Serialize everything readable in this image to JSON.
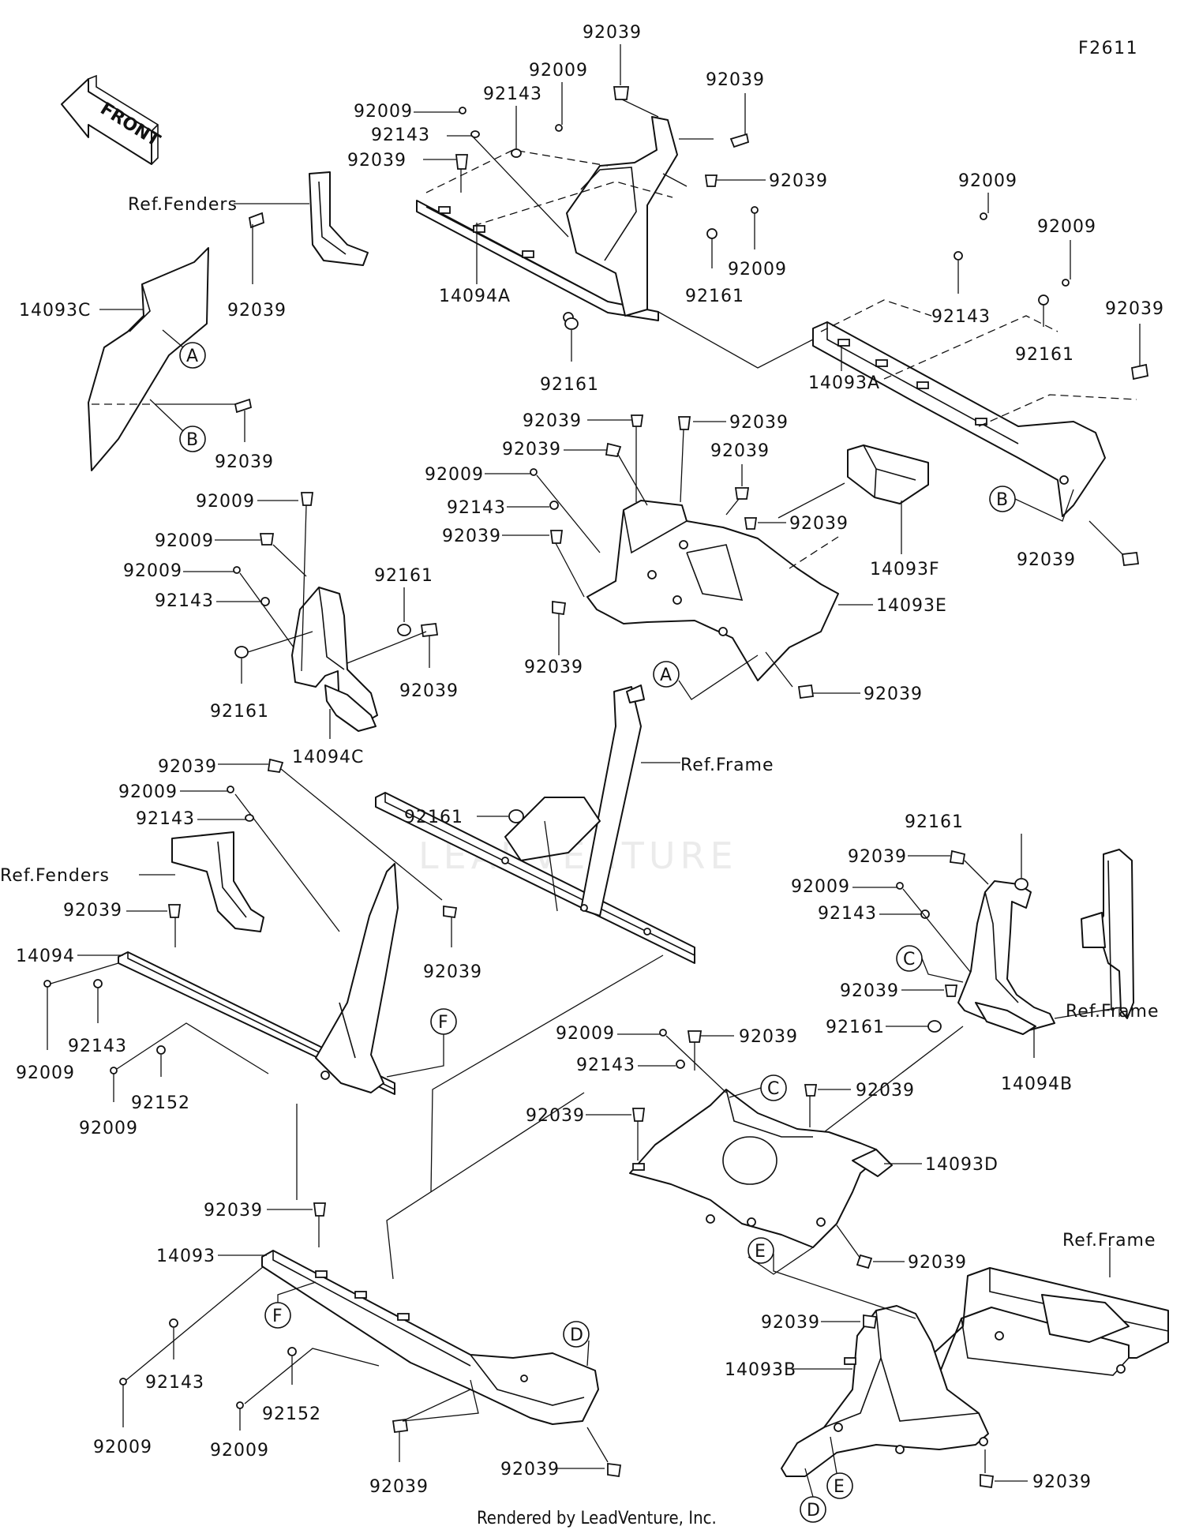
{
  "diagram_code": "F2611",
  "front_label": "FRONT",
  "footer": "Rendered by LeadVenture, Inc.",
  "watermark": "LEADVENTURE",
  "part_numbers": {
    "p14093": "14093",
    "p14093A": "14093A",
    "p14093B": "14093B",
    "p14093C": "14093C",
    "p14093D": "14093D",
    "p14093E": "14093E",
    "p14093F": "14093F",
    "p14094": "14094",
    "p14094A": "14094A",
    "p14094B": "14094B",
    "p14094C": "14094C",
    "p92009": "92009",
    "p92039": "92039",
    "p92143": "92143",
    "p92152": "92152",
    "p92161": "92161"
  },
  "references": {
    "fenders": "Ref.Fenders",
    "frame": "Ref.Frame"
  },
  "callout_letters": {
    "a": "A",
    "b": "B",
    "c": "C",
    "d": "D",
    "e": "E",
    "f": "F"
  }
}
